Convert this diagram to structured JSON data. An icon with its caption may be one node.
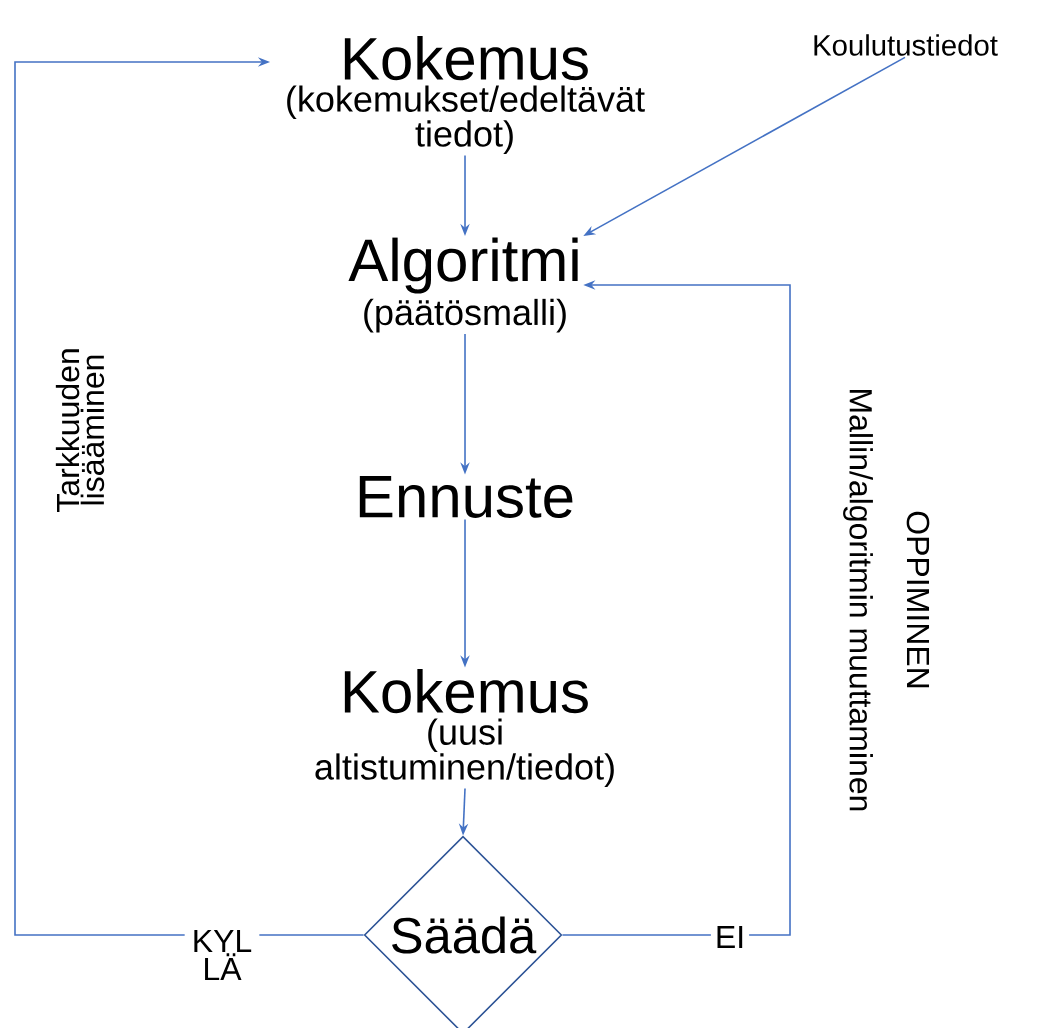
{
  "diagram": {
    "nodes": [
      {
        "text": [
          "Kokemus",
          "(kokemukset/edeltävät tiedot)"
        ]
      },
      {
        "text": [
          "Koulutustiedot"
        ]
      },
      {
        "text": [
          "Algoritmi",
          "(päätösmalli)"
        ]
      },
      {
        "text": [
          "Ennuste"
        ]
      },
      {
        "text": [
          "Kokemus",
          "(uusi altistuminen/tiedot)"
        ]
      },
      {
        "text": [
          "Säädä"
        ]
      }
    ],
    "edges": [
      {
        "from": 0,
        "to": 2,
        "arrow": "to"
      },
      {
        "from": 1,
        "to": 2,
        "arrow": "to"
      },
      {
        "from": 2,
        "to": 3,
        "arrow": "to"
      },
      {
        "from": 3,
        "to": 4,
        "arrow": "to"
      },
      {
        "from": 4,
        "to": 5,
        "arrow": "to"
      },
      {
        "from": 5,
        "to": 0,
        "arrow": "to",
        "label": "KYL LÄ"
      },
      {
        "from": 5,
        "to": 2,
        "arrow": "to",
        "label": "EI"
      }
    ],
    "labels": [
      "Tarkkuuden lisääminen",
      "Mallin/algoritmin muuttaminen",
      "OPPIMINEN"
    ]
  }
}
